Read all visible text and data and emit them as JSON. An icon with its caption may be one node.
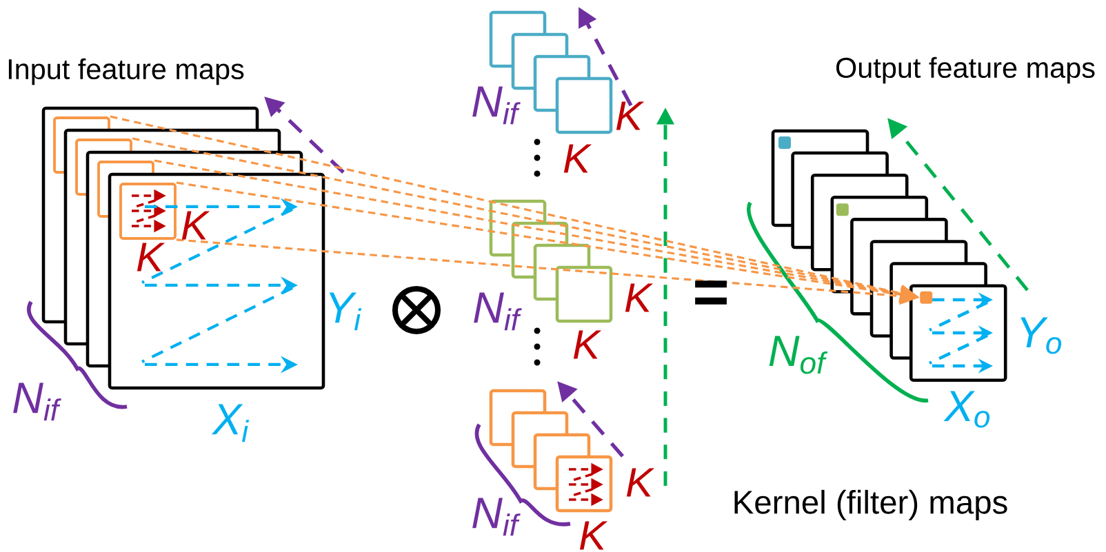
{
  "diagram": {
    "nodes": [
      {
        "text": [],
        "shape": "box"
      },
      {
        "text": [],
        "shape": "box"
      },
      {
        "text": [],
        "shape": "box"
      },
      {
        "text": [],
        "shape": "box"
      },
      {
        "text": [],
        "shape": "box"
      },
      {
        "text": [],
        "shape": "box"
      },
      {
        "text": [],
        "shape": "box"
      }
    ],
    "edges": [
      {
        "from": 0,
        "to": 6,
        "arrow": "to",
        "style": "dashed"
      },
      {
        "from": 1,
        "to": 6,
        "arrow": "to",
        "style": "dashed"
      },
      {
        "from": 2,
        "to": 6,
        "arrow": "to",
        "style": "dashed"
      },
      {
        "from": 3,
        "to": 6,
        "arrow": "to",
        "style": "dashed"
      },
      {
        "from": 3,
        "to": 6,
        "arrow": "to",
        "style": "dashed"
      }
    ],
    "labels": [
      "Input feature maps",
      "N$_{if}$",
      "K",
      "Output feature maps",
      "K",
      "K",
      "K",
      "Y$_{i}$",
      "=",
      "K",
      "N$_{if}$",
      "K",
      "N$_{of}$",
      "Y$_{o}$",
      "N$_{if}$",
      "X$_{o}$",
      "X$_{i}$",
      "K",
      "Kernel (filter) maps",
      "N$_{if}$",
      "K"
    ]
  }
}
